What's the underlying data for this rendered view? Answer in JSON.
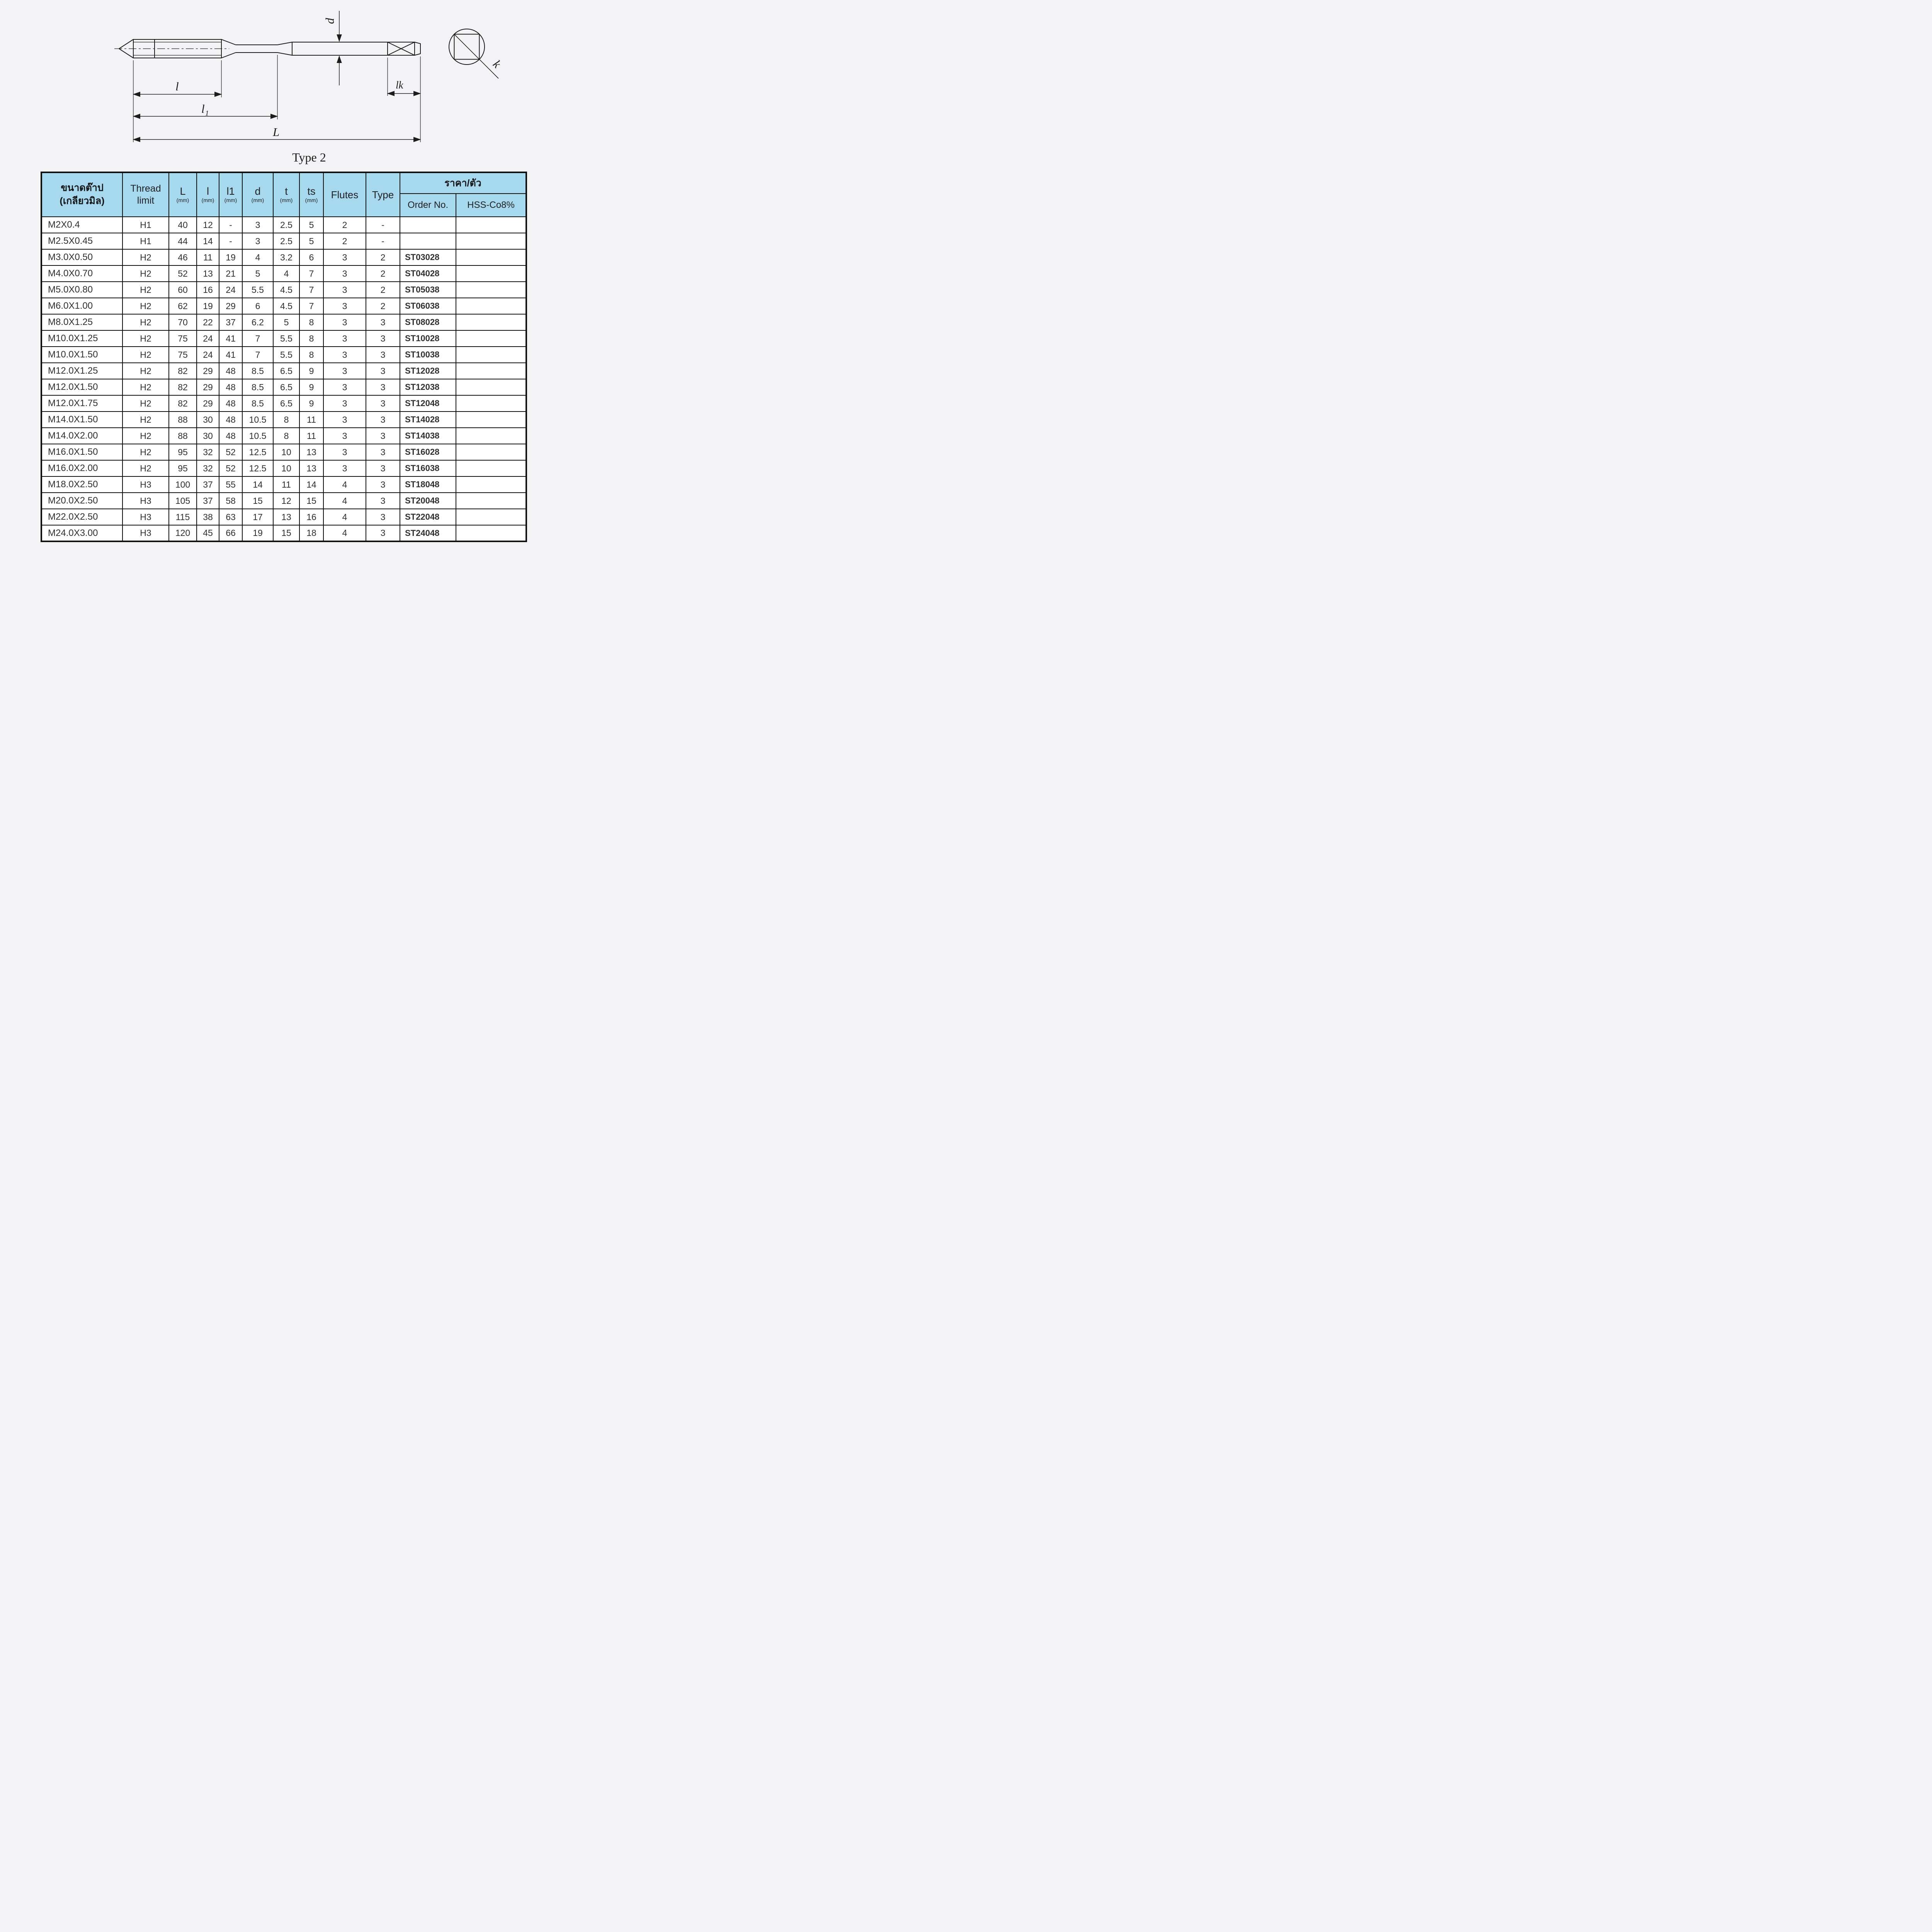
{
  "colors": {
    "header_bg": "#a6d8ee",
    "border": "#101010",
    "cell_bg": "#ffffff",
    "page_bg": "#f3f2f5"
  },
  "diagram": {
    "caption": "Type 2",
    "labels": {
      "l": "l",
      "l1_main": "l",
      "l1_sub": "1",
      "L": "L",
      "d": "d",
      "lk": "lk",
      "k": "k"
    }
  },
  "table": {
    "header": {
      "size_line1": "ขนาดต๊าป",
      "size_line2": "(เกลียวมิล)",
      "thread_line1": "Thread",
      "thread_line2": "limit",
      "dims": [
        {
          "label": "L",
          "unit": "(mm)"
        },
        {
          "label": "l",
          "unit": "(mm)"
        },
        {
          "label": "l1",
          "unit": "(mm)"
        },
        {
          "label": "d",
          "unit": "(mm)"
        },
        {
          "label": "t",
          "unit": "(mm)"
        },
        {
          "label": "ts",
          "unit": "(mm)"
        }
      ],
      "flutes": "Flutes",
      "type": "Type",
      "price": "ราคา/ตัว",
      "order_no": "Order No.",
      "hss": "HSS-Co8%"
    },
    "rows": [
      [
        "M2X0.4",
        "H1",
        "40",
        "12",
        "-",
        "3",
        "2.5",
        "5",
        "2",
        "-",
        "",
        ""
      ],
      [
        "M2.5X0.45",
        "H1",
        "44",
        "14",
        "-",
        "3",
        "2.5",
        "5",
        "2",
        "-",
        "",
        ""
      ],
      [
        "M3.0X0.50",
        "H2",
        "46",
        "11",
        "19",
        "4",
        "3.2",
        "6",
        "3",
        "2",
        "ST03028",
        ""
      ],
      [
        "M4.0X0.70",
        "H2",
        "52",
        "13",
        "21",
        "5",
        "4",
        "7",
        "3",
        "2",
        "ST04028",
        ""
      ],
      [
        "M5.0X0.80",
        "H2",
        "60",
        "16",
        "24",
        "5.5",
        "4.5",
        "7",
        "3",
        "2",
        "ST05038",
        ""
      ],
      [
        "M6.0X1.00",
        "H2",
        "62",
        "19",
        "29",
        "6",
        "4.5",
        "7",
        "3",
        "2",
        "ST06038",
        ""
      ],
      [
        "M8.0X1.25",
        "H2",
        "70",
        "22",
        "37",
        "6.2",
        "5",
        "8",
        "3",
        "3",
        "ST08028",
        ""
      ],
      [
        "M10.0X1.25",
        "H2",
        "75",
        "24",
        "41",
        "7",
        "5.5",
        "8",
        "3",
        "3",
        "ST10028",
        ""
      ],
      [
        "M10.0X1.50",
        "H2",
        "75",
        "24",
        "41",
        "7",
        "5.5",
        "8",
        "3",
        "3",
        "ST10038",
        ""
      ],
      [
        "M12.0X1.25",
        "H2",
        "82",
        "29",
        "48",
        "8.5",
        "6.5",
        "9",
        "3",
        "3",
        "ST12028",
        ""
      ],
      [
        "M12.0X1.50",
        "H2",
        "82",
        "29",
        "48",
        "8.5",
        "6.5",
        "9",
        "3",
        "3",
        "ST12038",
        ""
      ],
      [
        "M12.0X1.75",
        "H2",
        "82",
        "29",
        "48",
        "8.5",
        "6.5",
        "9",
        "3",
        "3",
        "ST12048",
        ""
      ],
      [
        "M14.0X1.50",
        "H2",
        "88",
        "30",
        "48",
        "10.5",
        "8",
        "11",
        "3",
        "3",
        "ST14028",
        ""
      ],
      [
        "M14.0X2.00",
        "H2",
        "88",
        "30",
        "48",
        "10.5",
        "8",
        "11",
        "3",
        "3",
        "ST14038",
        ""
      ],
      [
        "M16.0X1.50",
        "H2",
        "95",
        "32",
        "52",
        "12.5",
        "10",
        "13",
        "3",
        "3",
        "ST16028",
        ""
      ],
      [
        "M16.0X2.00",
        "H2",
        "95",
        "32",
        "52",
        "12.5",
        "10",
        "13",
        "3",
        "3",
        "ST16038",
        ""
      ],
      [
        "M18.0X2.50",
        "H3",
        "100",
        "37",
        "55",
        "14",
        "11",
        "14",
        "4",
        "3",
        "ST18048",
        ""
      ],
      [
        "M20.0X2.50",
        "H3",
        "105",
        "37",
        "58",
        "15",
        "12",
        "15",
        "4",
        "3",
        "ST20048",
        ""
      ],
      [
        "M22.0X2.50",
        "H3",
        "115",
        "38",
        "63",
        "17",
        "13",
        "16",
        "4",
        "3",
        "ST22048",
        ""
      ],
      [
        "M24.0X3.00",
        "H3",
        "120",
        "45",
        "66",
        "19",
        "15",
        "18",
        "4",
        "3",
        "ST24048",
        ""
      ]
    ]
  }
}
